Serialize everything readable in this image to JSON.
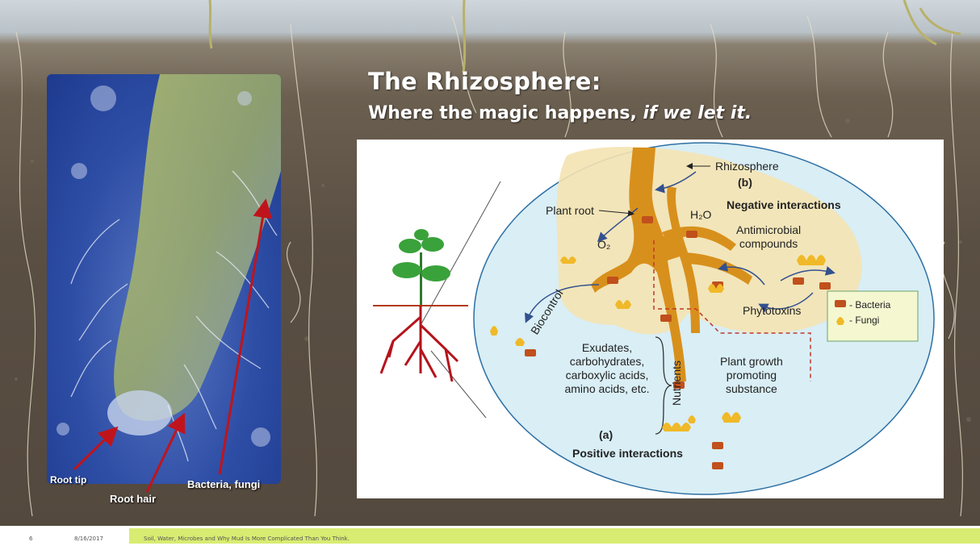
{
  "title": {
    "main": "The Rhizosphere:",
    "sub_plain": "Where the magic happens,",
    "sub_italic": "if we let it."
  },
  "photo_labels": {
    "root_tip": "Root tip",
    "root_hair": "Root hair",
    "bacteria_fungi": "Bacteria, fungi"
  },
  "diagram": {
    "rhizosphere": "Rhizosphere",
    "part_b": "(b)",
    "negative": "Negative interactions",
    "plant_root": "Plant root",
    "h2o": "H₂O",
    "o2": "O₂",
    "antimicrobial": "Antimicrobial\ncompounds",
    "biocontrol": "Biocontrol",
    "phytotoxins": "Phytotoxins",
    "exudates": "Exudates,\ncarbohydrates,\ncarboxylic acids,\namino acids, etc.",
    "nutrients": "Nutrients",
    "growth": "Plant growth\npromoting\nsubstance",
    "part_a": "(a)",
    "positive": "Positive interactions",
    "legend": {
      "bacteria": "- Bacteria",
      "fungi": "- Fungi"
    }
  },
  "footer": {
    "page_number": "6",
    "date": "8/16/2017",
    "text": "Soil, Water, Microbes and Why Mud Is More Complicated Than You Think."
  },
  "colors": {
    "root": "#d8901c",
    "rhizosphere_zone": "#f4e3b3",
    "oval_fill": "#d9eef5",
    "footer_bar": "#d8ec72",
    "arrow_red": "#c0141c"
  }
}
